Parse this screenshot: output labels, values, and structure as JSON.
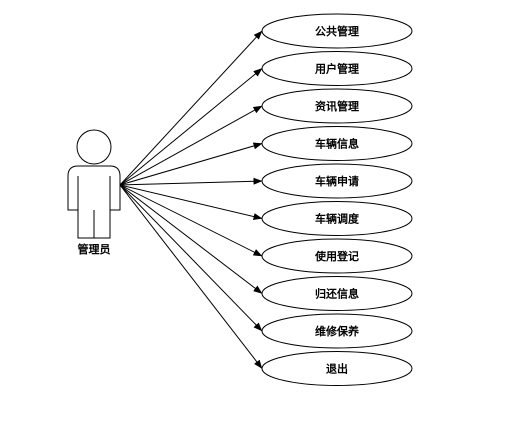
{
  "actor": {
    "label": "管理员"
  },
  "use_cases": [
    {
      "label": "公共管理"
    },
    {
      "label": "用户管理"
    },
    {
      "label": "资讯管理"
    },
    {
      "label": "车辆信息"
    },
    {
      "label": "车辆申请"
    },
    {
      "label": "车辆调度"
    },
    {
      "label": "使用登记"
    },
    {
      "label": "归还信息"
    },
    {
      "label": "维修保养"
    },
    {
      "label": "退出"
    }
  ],
  "colors": {
    "line": "#000000",
    "background": "#ffffff"
  }
}
